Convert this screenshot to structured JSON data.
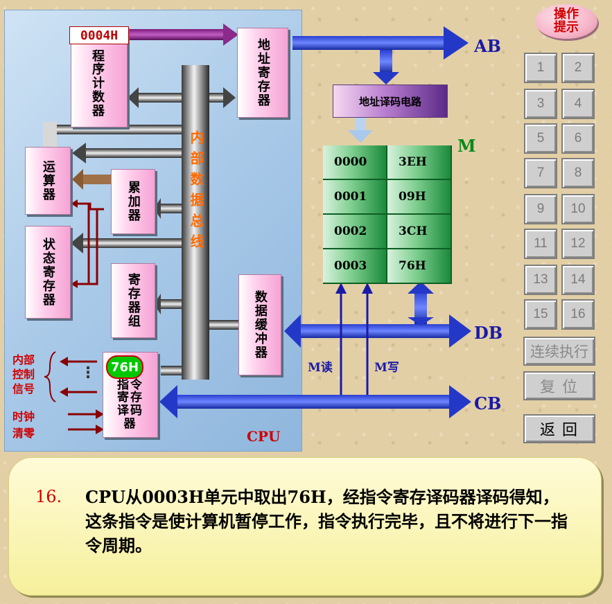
{
  "hint_button": "操作\n提示",
  "cpu": {
    "label": "CPU",
    "program_counter": {
      "label": "程序计数器",
      "value": "0004H"
    },
    "address_register": {
      "label": "地址寄存器"
    },
    "internal_bus": {
      "label": "内部数据总线"
    },
    "alu": {
      "label": "运算器"
    },
    "accumulator": {
      "label": "累加器"
    },
    "status_register": {
      "label": "状态寄存器"
    },
    "register_bank": {
      "label": "寄存器组"
    },
    "data_buffer": {
      "label": "数据缓冲器"
    },
    "instruction_decoder": {
      "label": "指令寄存译码器",
      "value": "76H"
    }
  },
  "address_decoder": {
    "label": "地址译码电路"
  },
  "memory": {
    "label": "M",
    "rows": [
      {
        "address": "0000",
        "content": "3EH"
      },
      {
        "address": "0001",
        "content": "09H"
      },
      {
        "address": "0002",
        "content": "3CH"
      },
      {
        "address": "0003",
        "content": "76H"
      }
    ]
  },
  "buses": {
    "ab": "AB",
    "db": "DB",
    "cb": "CB"
  },
  "signals": {
    "m_read": "M读",
    "m_write": "M写",
    "internal_control": "内部\n控制\n信号",
    "clock": "时钟",
    "reset": "清零",
    "dots": "⋮"
  },
  "step_buttons": [
    "1",
    "2",
    "3",
    "4",
    "5",
    "6",
    "7",
    "8",
    "9",
    "10",
    "11",
    "12",
    "13",
    "14",
    "15",
    "16"
  ],
  "controls": {
    "continuous": "连续执行",
    "reset": "复 位",
    "back": "返 回"
  },
  "message": {
    "step": "16.",
    "text": "CPU从0003H单元中取出76H，经指令寄存译码器译码得知，这条指令是使计算机暂停工作，指令执行完毕，且不将进行下一指令周期。"
  }
}
